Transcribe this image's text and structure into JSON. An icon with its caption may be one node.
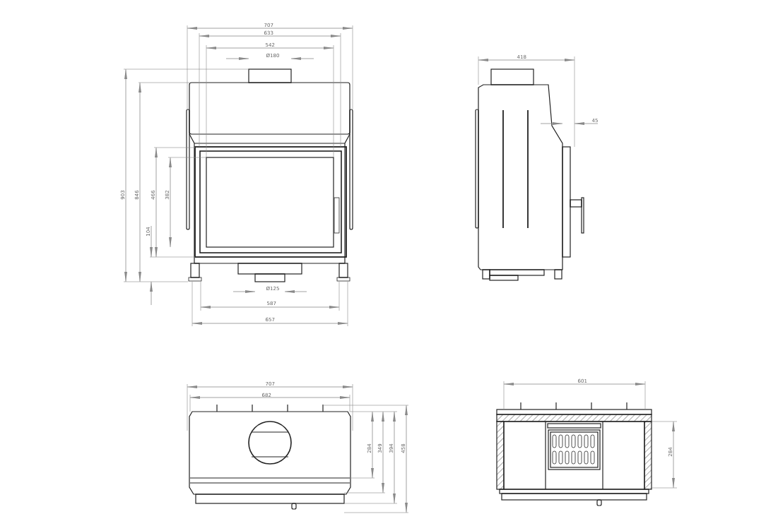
{
  "diagram": {
    "labels": [
      "707",
      "633",
      "542",
      "Ø180",
      "418",
      "45",
      "903",
      "846",
      "466",
      "382",
      "104",
      "Ø125",
      "587",
      "657",
      "707",
      "682",
      "601",
      "284",
      "349",
      "394",
      "458",
      "284"
    ]
  }
}
